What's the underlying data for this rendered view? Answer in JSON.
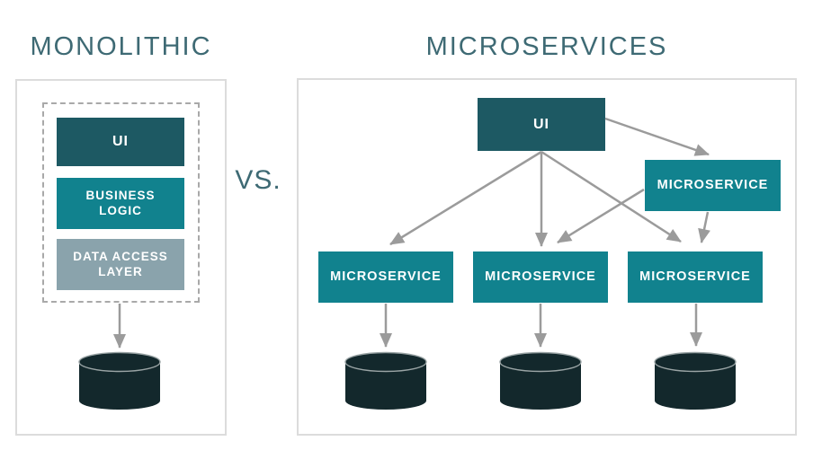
{
  "titles": {
    "monolithic": "MONOLITHIC",
    "microservices": "MICROSERVICES",
    "versus": "VS."
  },
  "monolithic": {
    "layers": [
      {
        "label": "UI"
      },
      {
        "label": "BUSINESS LOGIC"
      },
      {
        "label": "DATA ACCESS LAYER"
      }
    ],
    "database_count": 1
  },
  "microservices": {
    "ui": {
      "label": "UI"
    },
    "services": [
      {
        "label": "MICROSERVICE"
      },
      {
        "label": "MICROSERVICE"
      },
      {
        "label": "MICROSERVICE"
      },
      {
        "label": "MICROSERVICE"
      }
    ],
    "database_count": 3
  },
  "icons": {
    "database": "database-cylinder",
    "arrow": "gray-arrow"
  },
  "colors": {
    "ui_dark": "#1D5963",
    "service_teal": "#11828E",
    "data_access_gray": "#8AA3AC",
    "cylinder_dark": "#13282C",
    "cylinder_rim": "#9AA4A5",
    "arrow_gray": "#9B9B9B",
    "panel_border": "#DCDCDC",
    "dashed_border": "#A9A9A9",
    "title_text": "#3E6A74",
    "label_text": "#FFFFFF"
  }
}
